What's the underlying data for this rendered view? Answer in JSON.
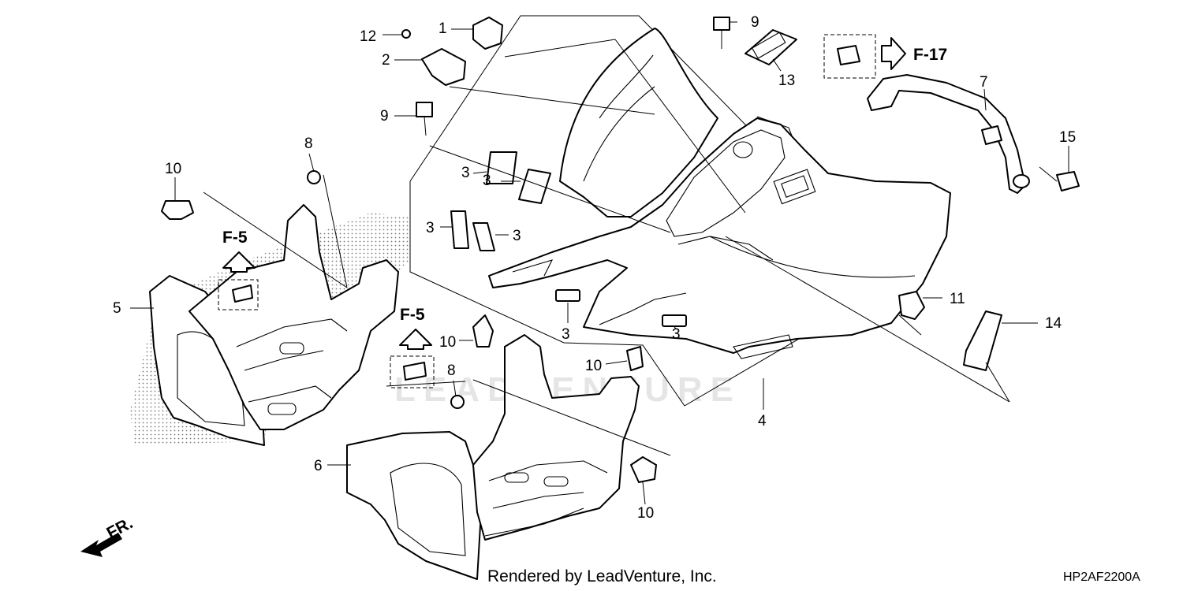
{
  "diagram": {
    "callouts": {
      "c1": "1",
      "c2": "2",
      "c3a": "3",
      "c3b": "3",
      "c3c": "3",
      "c3d": "3",
      "c3e": "3",
      "c3f": "3",
      "c4": "4",
      "c5": "5",
      "c6": "6",
      "c7": "7",
      "c8a": "8",
      "c8b": "8",
      "c9a": "9",
      "c9b": "9",
      "c10a": "10",
      "c10b": "10",
      "c10c": "10",
      "c10d": "10",
      "c11": "11",
      "c12": "12",
      "c13": "13",
      "c14": "14",
      "c15": "15"
    },
    "references": {
      "f5_left": "F-5",
      "f5_mid": "F-5",
      "f17": "F-17"
    },
    "direction_label": "FR.",
    "watermark": "LEADVENTURE"
  },
  "footer": {
    "credit": "Rendered by LeadVenture, Inc.",
    "diagram_code": "HP2AF2200A"
  }
}
